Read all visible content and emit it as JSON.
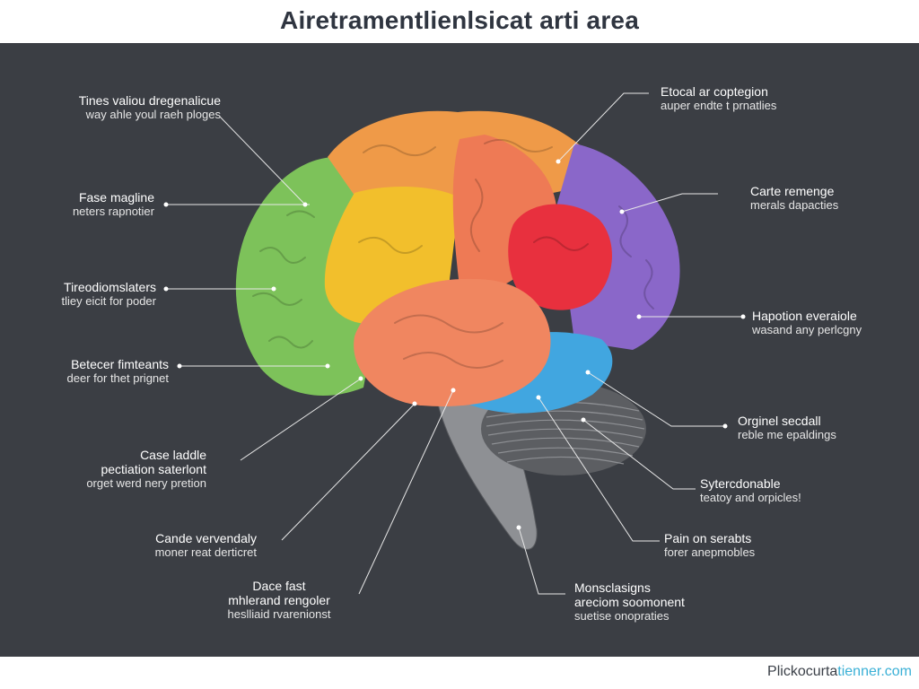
{
  "title": "Airetramentlienlsicat arti area",
  "watermark": {
    "main": "Plickocurta",
    "accent": "tienner.com"
  },
  "colors": {
    "background": "#3b3e44",
    "frontal_green": "#7dc25a",
    "yellow": "#f2bf2c",
    "orange_top": "#ef9a48",
    "coral": "#ee7a55",
    "red": "#e8303e",
    "purple": "#8a67c9",
    "blue": "#41a6e0",
    "temporal": "#f08660",
    "cerebellum": "#6d6f73"
  },
  "labels": {
    "left": [
      {
        "line1": "Tines valiou dregenalicue",
        "line2": "way ahle youl raeh ploges"
      },
      {
        "line1": "Fase magline",
        "line2": "neters rapnotier"
      },
      {
        "line1": "Tireodiomslaters",
        "line2": "tliey eicit for poder"
      },
      {
        "line1": "Betecer fimteants",
        "line2": "deer for thet prignet"
      },
      {
        "line1": "Case laddle",
        "line2": "pectiation saterlont",
        "line3": "orget werd nery pretion"
      },
      {
        "line1": "Cande vervendaly",
        "line2": "moner reat derticret"
      },
      {
        "line1": "Dace fast",
        "line2": "mhlerand rengoler",
        "line3": "heslliaid rvarenionst"
      }
    ],
    "right": [
      {
        "line1": "Etocal ar coptegion",
        "line2": "auper endte t prnatlies"
      },
      {
        "line1": "Carte remenge",
        "line2": "merals dapacties"
      },
      {
        "line1": "Hapotion everaiole",
        "line2": "wasand any perlcgny"
      },
      {
        "line1": "Orginel secdall",
        "line2": "reble me epaldings"
      },
      {
        "line1": "Sytercdonable",
        "line2": "teatoy and orpicles!"
      },
      {
        "line1": "Pain on serabts",
        "line2": "forer anepmobles"
      },
      {
        "line1": "Monsclasigns",
        "line2": "areciom soomonent",
        "line3": "suetise onopraties"
      }
    ]
  }
}
